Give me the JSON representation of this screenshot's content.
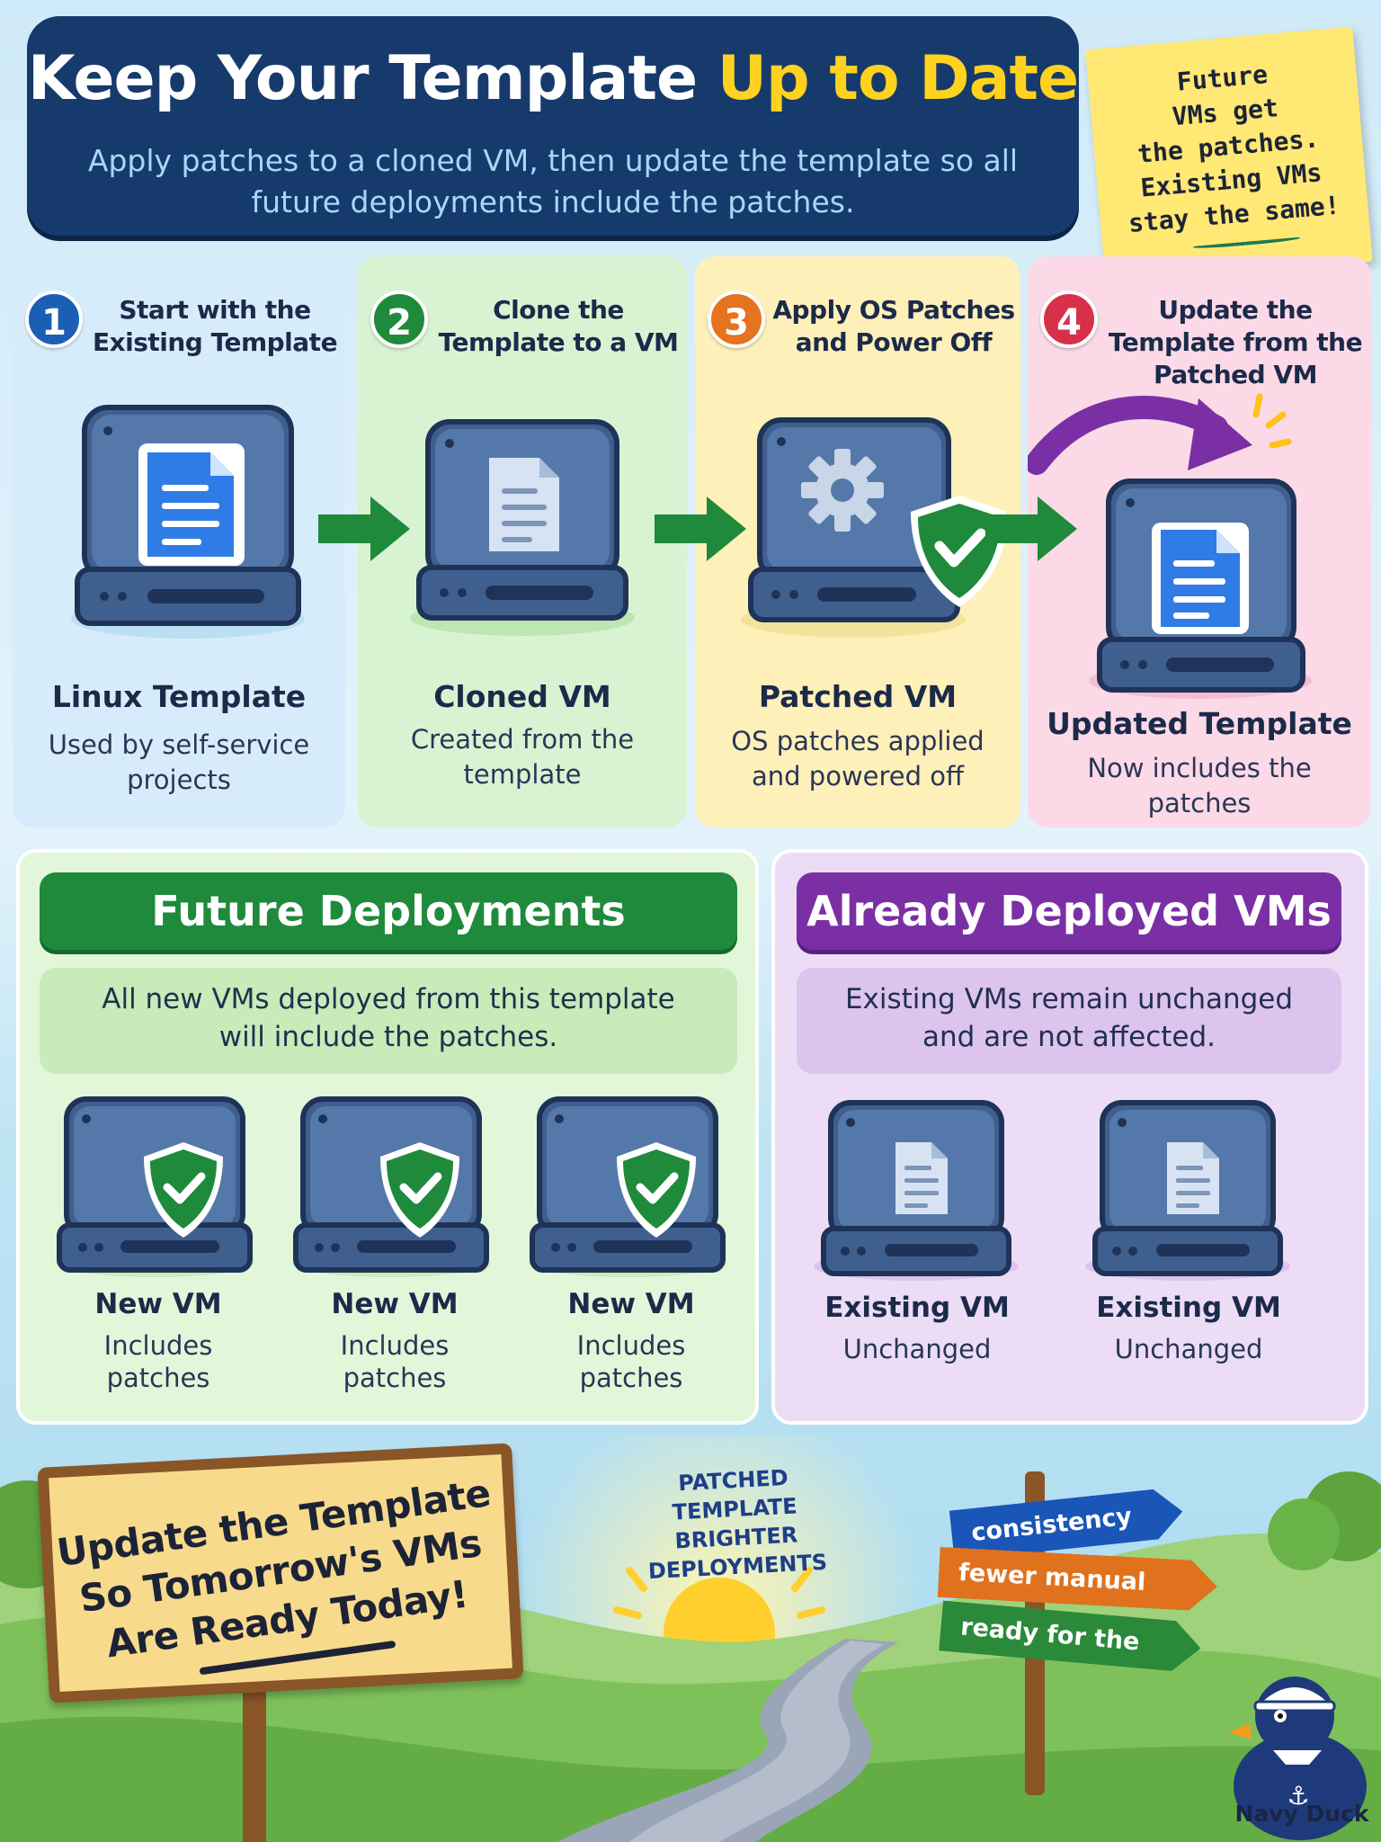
{
  "header": {
    "title_main": "Keep Your Template ",
    "title_highlight": "Up to Date",
    "subtitle": "Apply patches to a cloned VM, then update the template so all future deployments include the patches."
  },
  "sticky_note": {
    "text": "Future\nVMs get\nthe patches.\nExisting VMs\nstay the same!"
  },
  "steps": [
    {
      "number": "1",
      "title": "Start with the Existing Template",
      "name": "Linux Template",
      "desc": "Used by self-service projects",
      "color": "#1a5fb4",
      "icon": "document-icon"
    },
    {
      "number": "2",
      "title": "Clone the Template to a VM",
      "name": "Cloned VM",
      "desc": "Created from the template",
      "color": "#1f8a3b",
      "icon": "document-icon"
    },
    {
      "number": "3",
      "title": "Apply OS Patches and Power Off",
      "name": "Patched VM",
      "desc": "OS patches applied and powered off",
      "color": "#e5731f",
      "icon": "gear-icon"
    },
    {
      "number": "4",
      "title": "Update the Template from the Patched VM",
      "name": "Updated Template",
      "desc": "Now includes the patches",
      "color": "#d9304a",
      "icon": "document-icon"
    }
  ],
  "future": {
    "banner": "Future Deployments",
    "callout": "All new VMs deployed from this template\nwill include the patches.",
    "vms": [
      {
        "name": "New VM",
        "desc": "Includes\npatches"
      },
      {
        "name": "New VM",
        "desc": "Includes\npatches"
      },
      {
        "name": "New VM",
        "desc": "Includes\npatches"
      }
    ]
  },
  "existing": {
    "banner": "Already Deployed VMs",
    "callout": "Existing VMs remain unchanged\nand are not affected.",
    "vms": [
      {
        "name": "Existing VM",
        "desc": "Unchanged"
      },
      {
        "name": "Existing VM",
        "desc": "Unchanged"
      }
    ]
  },
  "scene": {
    "sign": "Update the Template\nSo Tomorrow's VMs\nAre Ready Today!",
    "sun_text": "PATCHED\nTEMPLATE\nBRIGHTER\nDEPLOYMENTS",
    "signposts": [
      "consistency",
      "fewer manual steps",
      "ready for the future"
    ],
    "mascot": "Navy Duck"
  },
  "colors": {
    "header_bg": "#163a6b",
    "title_highlight": "#ffd21f",
    "shield_green": "#1f8a3b",
    "server_blue": "#4a6a9a"
  }
}
